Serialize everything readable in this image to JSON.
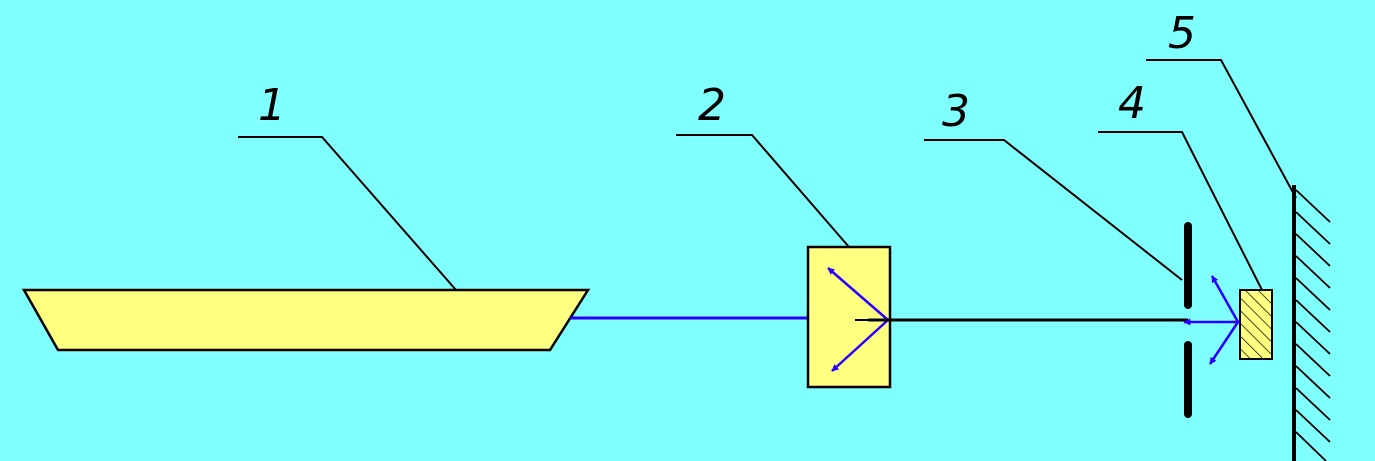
{
  "colors": {
    "background": "#80ffff",
    "component_fill": "#ffff80",
    "line": "#000000",
    "beam": "#2b00ff"
  },
  "callouts": {
    "source": "1",
    "splitter": "2",
    "aperture": "3",
    "sample": "4",
    "wall": "5"
  }
}
